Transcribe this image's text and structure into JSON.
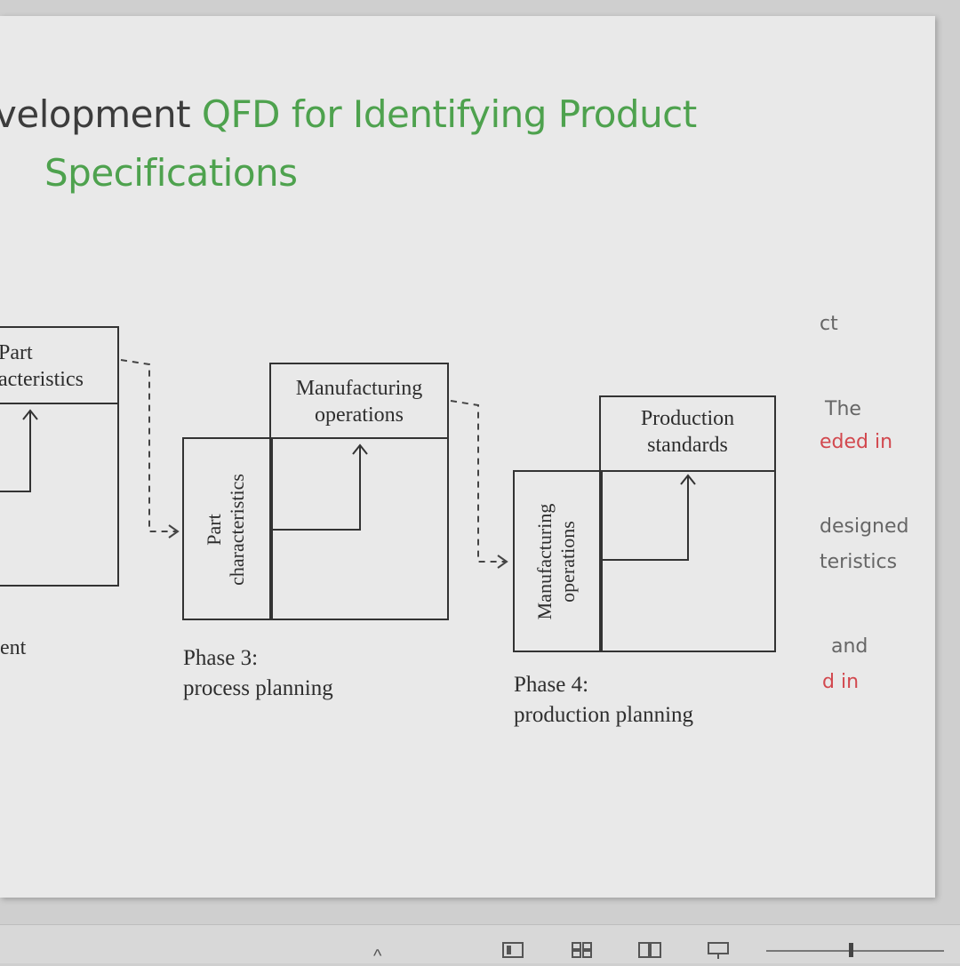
{
  "slide": {
    "title_line1_dark": "velopment ",
    "title_line1_green": "QFD for Identifying Product",
    "title_line2": "Specifications"
  },
  "diagram": {
    "phase2": {
      "header": "Part\nacteristics",
      "caption": "ent"
    },
    "phase3": {
      "header": "Manufacturing\noperations",
      "side_label": "Part\ncharacteristics",
      "caption": "Phase 3:\nprocess planning"
    },
    "phase4": {
      "header": "Production\nstandards",
      "side_label": "Manufacturing\noperations",
      "caption": "Phase 4:\nproduction planning"
    }
  },
  "right_text": {
    "line1": "ct",
    "line2": "The",
    "line3": "eded in",
    "line4": "designed",
    "line5": "teristics",
    "line6": "and",
    "line7": "d in"
  },
  "statusbar": {
    "notes_label": "^",
    "icons": [
      "notes-icon",
      "normal-view-icon",
      "slide-sorter-icon",
      "reading-view-icon",
      "slideshow-icon"
    ]
  },
  "colors": {
    "accent_green": "#4ea24e",
    "accent_red": "#d2484e"
  }
}
